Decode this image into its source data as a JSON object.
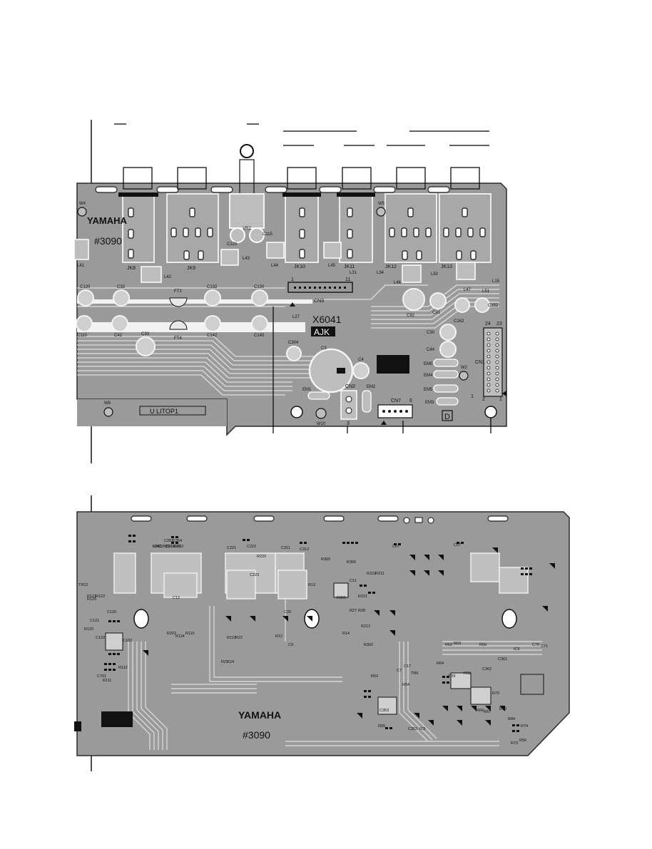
{
  "top_board": {
    "brand": "YAMAHA",
    "board_number": "#3090",
    "board_code": "X6041",
    "board_tag": "AJK",
    "silk_ref": "U LITOP1",
    "corner_mark": "D",
    "jacks": [
      "JK8",
      "JK9",
      "JK10",
      "JK11",
      "JK12",
      "JK13"
    ],
    "connectors": [
      "CN3",
      "CN7",
      "CN2",
      "CN1"
    ],
    "parts": [
      "W4",
      "W5",
      "W8",
      "W10",
      "W2",
      "VR2",
      "C125",
      "C115",
      "L43",
      "L44",
      "L45",
      "L41",
      "L42",
      "L31",
      "L34",
      "L46",
      "L50",
      "L47",
      "L51",
      "L15",
      "C120",
      "C32",
      "FT3",
      "C132",
      "C130",
      "C110",
      "C42",
      "FT4",
      "C142",
      "C140",
      "C33",
      "L27",
      "C304",
      "C3",
      "C4",
      "C92",
      "C91",
      "C162",
      "C152",
      "C30",
      "C44",
      "EM0",
      "EM4",
      "EM5",
      "EM3",
      "EM1",
      "EM2"
    ],
    "pin_labels": [
      "1",
      "11",
      "24",
      "23",
      "2",
      "1",
      "6",
      "1",
      "3"
    ]
  },
  "bottom_board": {
    "brand": "YAMAHA",
    "board_number": "#3090",
    "parts": [
      "C211",
      "C212",
      "C261",
      "C262",
      "C263",
      "C264",
      "C221",
      "C222",
      "C223",
      "R220",
      "C311",
      "C312",
      "R13",
      "R365",
      "R366",
      "C67",
      "C57",
      "TR12",
      "R121",
      "R122",
      "C120",
      "R125",
      "R120",
      "C121",
      "C122",
      "C102",
      "C701",
      "R111",
      "R112",
      "C12",
      "R202",
      "R114",
      "R115",
      "R113",
      "R22",
      "R21",
      "R24",
      "C20",
      "R12",
      "C9",
      "R14",
      "R27",
      "R28",
      "R221",
      "R222",
      "R211",
      "R212",
      "R302",
      "R301",
      "C11",
      "C7",
      "C17",
      "R54",
      "TR5",
      "R53",
      "R55",
      "C353",
      "C352",
      "IC5",
      "R64",
      "R62",
      "R63",
      "TR9",
      "R58",
      "R59",
      "C362",
      "C361",
      "R66",
      "R67",
      "R69",
      "R70",
      "IC6",
      "C79",
      "C71",
      "R84",
      "R74",
      "R73",
      "R56",
      "TR10",
      "R85",
      "R86"
    ]
  }
}
